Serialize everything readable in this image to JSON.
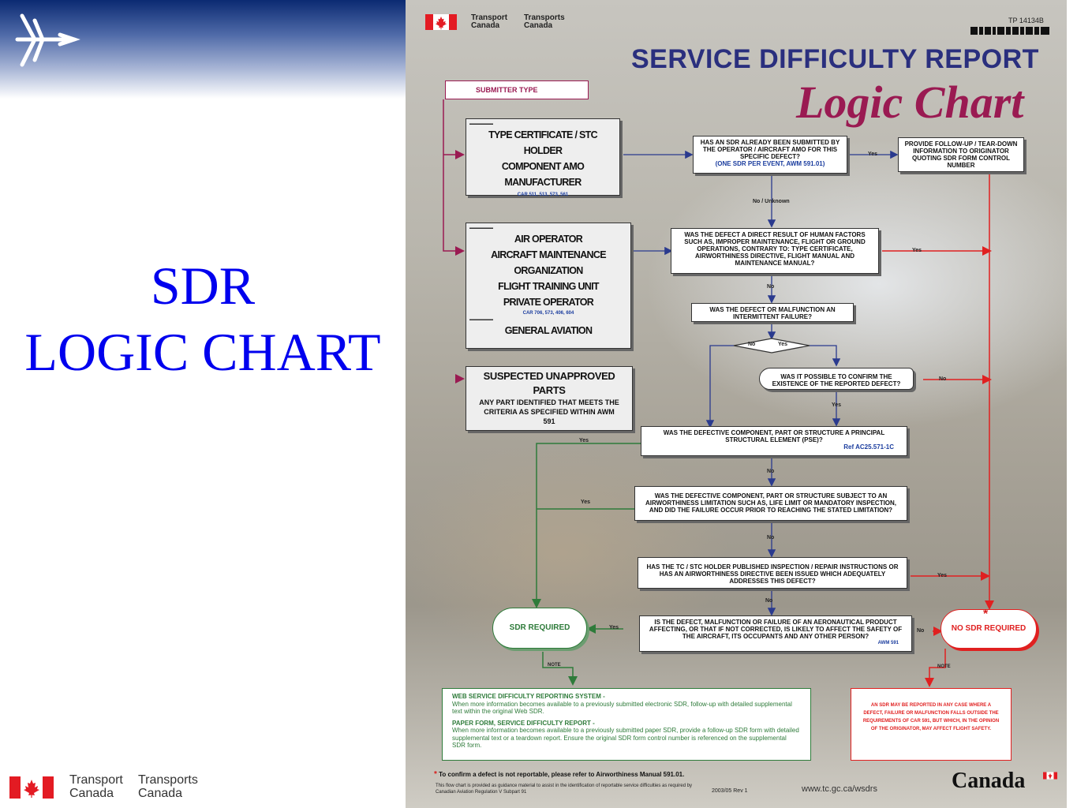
{
  "slide": {
    "title_line1": "SDR",
    "title_line2": "LOGIC CHART"
  },
  "footer_left": {
    "transport_en": "Transport",
    "canada_en": "Canada",
    "transport_fr": "Transports",
    "canada_fr": "Canada"
  },
  "poster": {
    "header": {
      "transport_en": "Transport",
      "canada_en": "Canada",
      "transport_fr": "Transports",
      "canada_fr": "Canada",
      "doc_number": "TP 14134B"
    },
    "title_main": "SERVICE DIFFICULTY REPORT",
    "title_sub": "Logic Chart",
    "submitter_type": "SUBMITTER TYPE",
    "box_tc": {
      "lines": [
        "TYPE CERTIFICATE / STC HOLDER",
        "COMPONENT AMO",
        "MANUFACTURER"
      ],
      "ref": "CAR 511, 513, 573, 561"
    },
    "box_operator": {
      "lines": [
        "AIR OPERATOR",
        "AIRCRAFT MAINTENANCE ORGANIZATION",
        "FLIGHT TRAINING UNIT",
        "PRIVATE OPERATOR"
      ],
      "ref": "CAR 706, 573, 406, 604",
      "general": "GENERAL AVIATION"
    },
    "box_sup": {
      "title": "SUSPECTED UNAPPROVED PARTS",
      "text": "ANY PART IDENTIFIED THAT MEETS THE CRITERIA AS SPECIFIED WITHIN AWM 591"
    },
    "q1": {
      "text": "HAS AN SDR ALREADY BEEN SUBMITTED BY THE OPERATOR / AIRCRAFT AMO FOR THIS SPECIFIC DEFECT?",
      "ref": "(ONE SDR PER EVENT, AWM 591.01)"
    },
    "followup": "PROVIDE FOLLOW-UP / TEAR-DOWN INFORMATION TO ORIGINATOR QUOTING SDR FORM CONTROL NUMBER",
    "q2": "WAS THE DEFECT A DIRECT RESULT OF HUMAN FACTORS SUCH AS, IMPROPER MAINTENANCE, FLIGHT OR GROUND OPERATIONS, CONTRARY TO: TYPE CERTIFICATE, AIRWORTHINESS DIRECTIVE, FLIGHT MANUAL AND MAINTENANCE MANUAL?",
    "q3": "WAS THE DEFECT OR MALFUNCTION AN INTERMITTENT FAILURE?",
    "q4": "WAS IT POSSIBLE TO CONFIRM THE EXISTENCE OF THE REPORTED DEFECT?",
    "q5": {
      "text": "WAS THE DEFECTIVE COMPONENT, PART OR STRUCTURE A PRINCIPAL STRUCTURAL ELEMENT (PSE)?",
      "ref": "Ref AC25.571-1C"
    },
    "q6": "WAS THE DEFECTIVE COMPONENT, PART OR STRUCTURE SUBJECT TO AN AIRWORTHINESS LIMITATION SUCH AS, LIFE LIMIT OR MANDATORY INSPECTION, AND DID THE FAILURE OCCUR PRIOR TO REACHING THE STATED LIMITATION?",
    "q7": "HAS THE TC / STC HOLDER PUBLISHED INSPECTION / REPAIR INSTRUCTIONS OR HAS AN AIRWORTHINESS DIRECTIVE BEEN ISSUED WHICH ADEQUATELY ADDRESSES THIS DEFECT?",
    "q8": {
      "text": "IS THE DEFECT, MALFUNCTION OR FAILURE OF AN AERONAUTICAL PRODUCT AFFECTING, OR THAT IF NOT CORRECTED, IS LIKELY TO AFFECT THE SAFETY OF THE AIRCRAFT, ITS OCCUPANTS AND ANY OTHER PERSON?",
      "ref": "AWM 591"
    },
    "sdr_required": "SDR REQUIRED",
    "no_sdr_required": "NO SDR REQUIRED",
    "asterisk": "*",
    "labels": {
      "yes": "Yes",
      "no": "No",
      "no_unknown": "No / Unknown",
      "note": "NOTE"
    },
    "note_green": {
      "h1": "WEB SERVICE DIFFICULTY REPORTING SYSTEM -",
      "p1": "When more information becomes available to a previously submitted electronic SDR, follow-up with detailed supplemental text within the original Web SDR.",
      "h2": "PAPER FORM, SERVICE DIFFICULTY REPORT -",
      "p2": "When more information becomes available to a previously submitted paper SDR, provide a follow-up SDR form with detailed supplemental text or a teardown report. Ensure the original SDR form control number is referenced on the supplemental SDR form."
    },
    "note_red": "AN SDR MAY BE REPORTED IN ANY CASE WHERE A DEFECT, FAILURE OR MALFUNCTION FALLS OUTSIDE THE REQUIREMENTS OF CAR 591, BUT WHICH, IN THE OPINION OF THE ORIGINATOR, MAY AFFECT FLIGHT SAFETY.",
    "footnote": "To confirm a defect is not reportable, please refer to Airworthiness Manual 591.01.",
    "disclaimer": "This flow chart is provided as guidance material to assist in the identification of reportable service difficulties as required by Canadian Aviation Regulation V Subpart 91",
    "revision": "2003/05 Rev 1",
    "url": "www.tc.gc.ca/wsdrs",
    "wordmark": "Canada"
  },
  "colors": {
    "blue_title": "#0000ee",
    "poster_navy": "#2a2f7e",
    "poster_maroon": "#9a1a52",
    "flow_red": "#e02020",
    "flow_green": "#2e7b3a",
    "flow_blue": "#2a3a8e",
    "flag_red": "#e31b23"
  }
}
